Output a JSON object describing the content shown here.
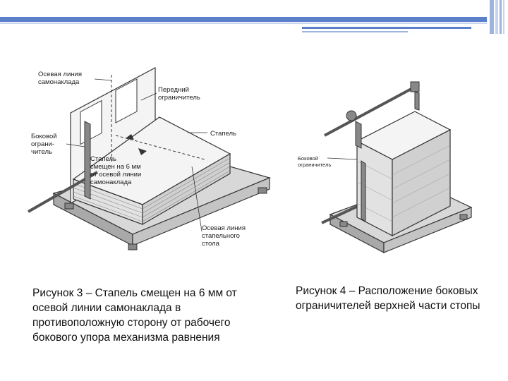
{
  "figure3": {
    "labels": {
      "axis_feeder": "Осевая линия\nсамонаклада",
      "front_stop": "Передний\nограничитель",
      "pile": "Стапель",
      "side_stop": "Боковой\nограни-\nчитель",
      "offset": "Стапель\nсмещен на 6 мм\nот осевой линии\nсамонаклада",
      "axis_table": "Осевая линия\nстапельного\nстола"
    },
    "caption": "Рисунок 3 – Стапель смещен на 6 мм от осевой линии самонаклада в противоположную сторону от рабочего бокового упора механизма равнения"
  },
  "figure4": {
    "labels": {
      "side_stop": "Боковой\nограничитель"
    },
    "caption": "Рисунок 4 – Расположение боковых ограничителей верхней части стопы"
  },
  "colors": {
    "accent": "#5b7fc9",
    "accent_light": "#9db3e0",
    "line": "#333333",
    "fill_light": "#f4f4f4",
    "fill_mid": "#d8d8d8",
    "fill_dark": "#a9a9a9"
  }
}
